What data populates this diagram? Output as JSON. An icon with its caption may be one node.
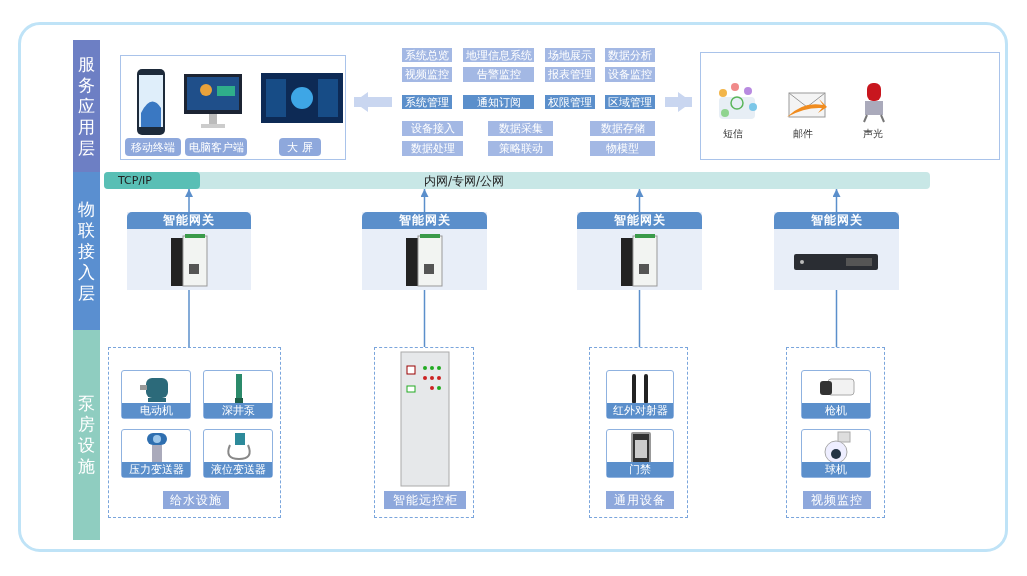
{
  "diagram": {
    "nodes": [
      {
        "text": [
          "服务应用层"
        ]
      },
      {
        "text": [],
        "shape": "box"
      },
      {
        "text": [
          "移动终端"
        ],
        "in": 1
      },
      {
        "text": [
          "电脑客户端"
        ],
        "in": 1
      },
      {
        "text": [
          "大 屏"
        ],
        "in": 1
      },
      {
        "text": [
          "系统总览"
        ]
      },
      {
        "text": [
          "地理信息系统"
        ]
      },
      {
        "text": [
          "场地展示"
        ]
      },
      {
        "text": [
          "数据分析"
        ]
      },
      {
        "text": [
          "视频监控"
        ]
      },
      {
        "text": [
          "告警监控"
        ]
      },
      {
        "text": [
          "报表管理"
        ]
      },
      {
        "text": [
          "设备监控"
        ]
      },
      {
        "text": [
          "系统管理"
        ]
      },
      {
        "text": [
          "通知订阅"
        ]
      },
      {
        "text": [
          "权限管理"
        ]
      },
      {
        "text": [
          "区域管理"
        ]
      },
      {
        "text": [
          "设备接入"
        ]
      },
      {
        "text": [
          "数据采集"
        ]
      },
      {
        "text": [
          "数据存储"
        ]
      },
      {
        "text": [
          "数据处理"
        ]
      },
      {
        "text": [
          "策略联动"
        ]
      },
      {
        "text": [
          "物模型"
        ]
      },
      {
        "text": [],
        "shape": "box"
      },
      {
        "text": [
          "短信"
        ],
        "in": 23
      },
      {
        "text": [
          "邮件"
        ],
        "in": 23
      },
      {
        "text": [
          "声光"
        ],
        "in": 23
      },
      {
        "text": [
          "物联接入层"
        ]
      },
      {
        "text": [
          "内网/专网/公网"
        ]
      },
      {
        "text": [
          "TCP/IP"
        ],
        "in": 28
      },
      {
        "text": [
          "智能网关"
        ]
      },
      {
        "text": [
          "智能网关"
        ]
      },
      {
        "text": [
          "智能网关"
        ]
      },
      {
        "text": [
          "智能网关"
        ]
      },
      {
        "text": [
          "泵房设施"
        ]
      },
      {
        "text": [],
        "shape": "box"
      },
      {
        "text": [
          "电动机"
        ],
        "in": 35
      },
      {
        "text": [
          "深井泵"
        ],
        "in": 35
      },
      {
        "text": [
          "压力变送器"
        ],
        "in": 35
      },
      {
        "text": [
          "液位变送器"
        ],
        "in": 35
      },
      {
        "text": [],
        "shape": "box"
      },
      {
        "text": [],
        "shape": "box"
      },
      {
        "text": [
          "红外对射器"
        ],
        "in": 41
      },
      {
        "text": [
          "门禁"
        ],
        "in": 41
      },
      {
        "text": [],
        "shape": "box"
      },
      {
        "text": [
          "枪机"
        ],
        "in": 44
      },
      {
        "text": [
          "球机"
        ],
        "in": 44
      },
      {
        "text": [
          "给水设施"
        ],
        "in": 35
      },
      {
        "text": [
          "智能远控柜"
        ],
        "in": 40
      },
      {
        "text": [
          "通用设备"
        ],
        "in": 41
      },
      {
        "text": [
          "视频监控"
        ],
        "in": 44
      }
    ],
    "edges": [
      {
        "from": 13,
        "to": 1,
        "arrow": "to",
        "style": "thick",
        "color": "#c9d6f0"
      },
      {
        "from": 16,
        "to": 23,
        "arrow": "to",
        "style": "thick",
        "color": "#c9d6f0"
      },
      {
        "from": 30,
        "to": 28,
        "arrow": "to"
      },
      {
        "from": 31,
        "to": 28,
        "arrow": "to"
      },
      {
        "from": 32,
        "to": 28,
        "arrow": "to"
      },
      {
        "from": 33,
        "to": 28,
        "arrow": "to"
      },
      {
        "from": 30,
        "to": 35,
        "arrow": "none"
      },
      {
        "from": 31,
        "to": 40,
        "arrow": "none"
      },
      {
        "from": 32,
        "to": 41,
        "arrow": "none"
      },
      {
        "from": 33,
        "to": 44,
        "arrow": "none"
      }
    ]
  }
}
